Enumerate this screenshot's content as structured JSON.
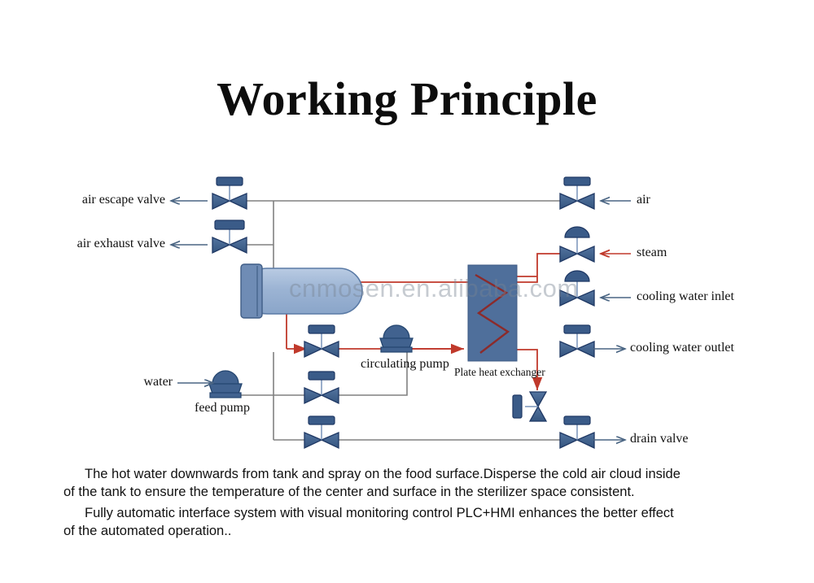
{
  "page": {
    "title": "Working Principle",
    "watermark": "cnmosen.en.alibaba.com"
  },
  "colors": {
    "valve_fill": "#41628f",
    "valve_stroke": "#1f3864",
    "actuator_fill": "#3a5b88",
    "tank_fill": "#9cb4d4",
    "tank_door": "#6f8cb5",
    "pump_fill": "#41628f",
    "hx_fill": "#4f6f9b",
    "hx_zigzag": "#8b2b2b",
    "pipe_gray": "#808080",
    "pipe_red": "#c0392b",
    "text": "#111111",
    "watermark": "#8892a0"
  },
  "diagram": {
    "left_labels": [
      {
        "id": "air-escape-valve",
        "text": "air escape valve"
      },
      {
        "id": "air-exhaust-valve",
        "text": "air exhaust valve"
      },
      {
        "id": "water",
        "text": "water"
      }
    ],
    "right_labels": [
      {
        "id": "air",
        "text": "air"
      },
      {
        "id": "steam",
        "text": "steam"
      },
      {
        "id": "cooling-water-inlet",
        "text": "cooling water inlet"
      },
      {
        "id": "cooling-water-outlet",
        "text": "cooling water outlet"
      },
      {
        "id": "drain-valve",
        "text": "drain valve"
      }
    ],
    "equipment_labels": [
      {
        "id": "feed-pump",
        "text": "feed pump"
      },
      {
        "id": "circulating-pump",
        "text": "circulating pump"
      },
      {
        "id": "plate-heat-exchanger",
        "text": "Plate heat exchanger"
      }
    ]
  },
  "caption": {
    "para1_line1": "The hot water downwards from tank and spray on the food surface.Disperse the cold air cloud inside",
    "para1_line2": "of the tank to ensure the temperature of the center and surface in the sterilizer space consistent.",
    "para2_line1": "Fully automatic interface system with visual monitoring control PLC+HMI enhances the better effect",
    "para2_line2": "of the automated operation.."
  }
}
